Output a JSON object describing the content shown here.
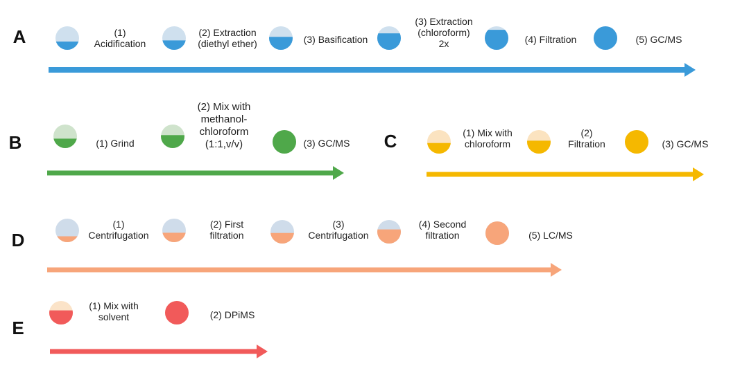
{
  "panels": [
    {
      "label": "A",
      "color": "#3a9ad9",
      "fade": "#cfe0ee",
      "steps": [
        {
          "lines": [
            "(1)",
            "Acidification"
          ],
          "fill": 0.35
        },
        {
          "lines": [
            "(2) Extraction",
            "(diethyl ether)"
          ],
          "fill": 0.4
        },
        {
          "lines": [
            "(3) Basification"
          ],
          "fill": 0.55
        },
        {
          "lines": [
            "(3) Extraction",
            "(chloroform)",
            "2x"
          ],
          "fill": 0.7
        },
        {
          "lines": [
            "(4) Filtration"
          ],
          "fill": 0.85
        },
        {
          "lines": [
            "(5) GC/MS"
          ],
          "fill": 1.0
        }
      ]
    },
    {
      "label": "B",
      "color": "#4fa84a",
      "fade": "#cfe3cc",
      "steps": [
        {
          "lines": [
            "(1) Grind"
          ],
          "fill": 0.4
        },
        {
          "lines": [
            "(2) Mix with",
            "methanol-",
            "chloroform",
            "(1:1,v/v)"
          ],
          "fill": 0.55
        },
        {
          "lines": [
            "(3) GC/MS"
          ],
          "fill": 1.0
        }
      ]
    },
    {
      "label": "C",
      "color": "#f5b800",
      "fade": "#fbe3c0",
      "steps": [
        {
          "lines": [
            "(1) Mix with",
            "chloroform"
          ],
          "fill": 0.45
        },
        {
          "lines": [
            "(2)",
            "Filtration"
          ],
          "fill": 0.55
        },
        {
          "lines": [
            "(3) GC/MS"
          ],
          "fill": 1.0
        }
      ]
    },
    {
      "label": "D",
      "color": "#f7a57a",
      "fade": "#cfdcea",
      "steps": [
        {
          "lines": [
            "(1)",
            "Centrifugation"
          ],
          "fill": 0.25
        },
        {
          "lines": [
            "(2) First",
            "filtration"
          ],
          "fill": 0.4
        },
        {
          "lines": [
            "(3)",
            "Centrifugation"
          ],
          "fill": 0.45
        },
        {
          "lines": [
            "(4) Second",
            "filtration"
          ],
          "fill": 0.6
        },
        {
          "lines": [
            "(5) LC/MS"
          ],
          "fill": 1.0
        }
      ]
    },
    {
      "label": "E",
      "color": "#f15a5a",
      "fade": "#fbe3c8",
      "steps": [
        {
          "lines": [
            "(1) Mix with",
            "solvent"
          ],
          "fill": 0.6
        },
        {
          "lines": [
            "(2) DPiMS"
          ],
          "fill": 1.0
        }
      ]
    }
  ]
}
